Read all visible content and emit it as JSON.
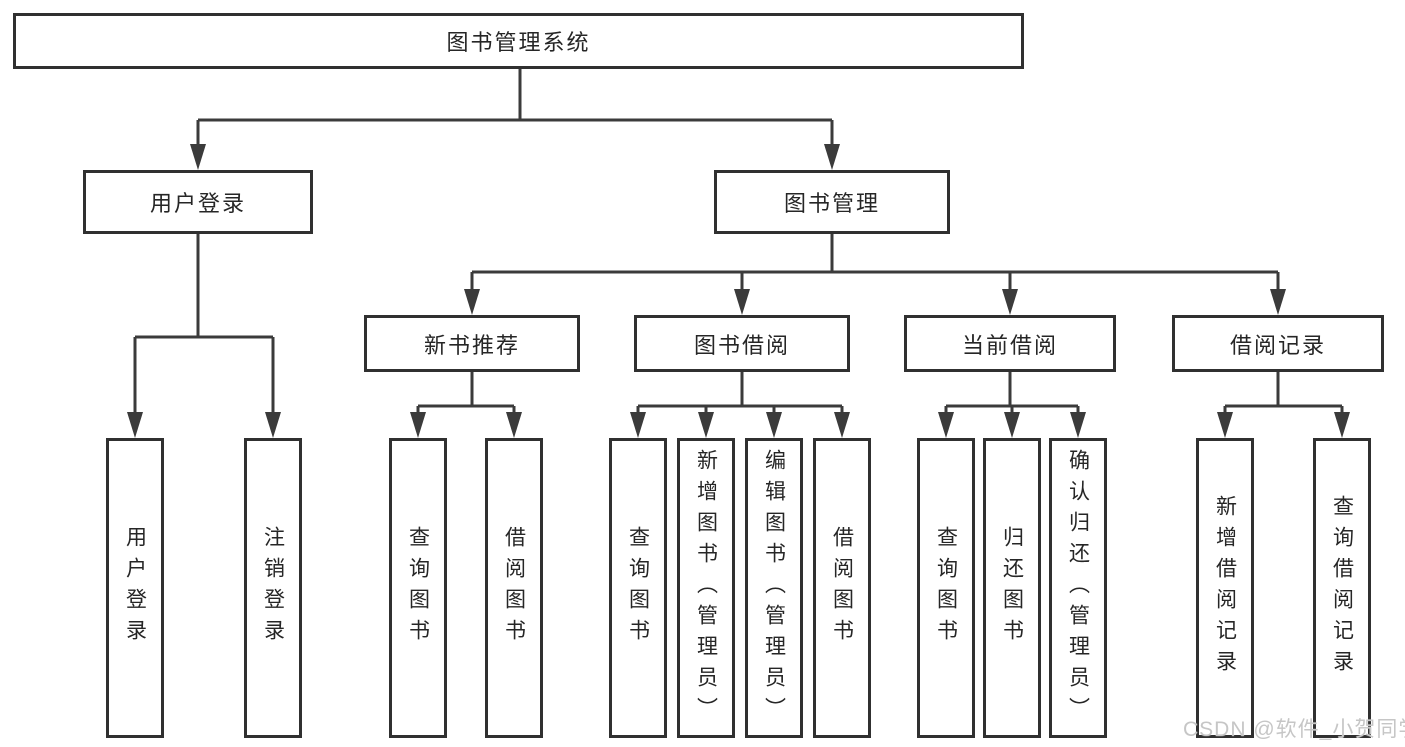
{
  "diagram_type": "hierarchy-tree",
  "colors": {
    "line": "#3b3b3b",
    "box_border": "#303030",
    "box_fill": "#ffffff",
    "text": "#262626",
    "watermark": "#c6c6c6"
  },
  "watermark": "CSDN @软件_小贺同学",
  "tree": {
    "root": {
      "label": "图书管理系统",
      "children": [
        {
          "label": "用户登录",
          "children": [
            {
              "label": "用户登录"
            },
            {
              "label": "注销登录"
            }
          ]
        },
        {
          "label": "图书管理",
          "children": [
            {
              "label": "新书推荐",
              "children": [
                {
                  "label": "查询图书"
                },
                {
                  "label": "借阅图书"
                }
              ]
            },
            {
              "label": "图书借阅",
              "children": [
                {
                  "label": "查询图书"
                },
                {
                  "label": "新增图书（管理员）"
                },
                {
                  "label": "编辑图书（管理员）"
                },
                {
                  "label": "借阅图书"
                }
              ]
            },
            {
              "label": "当前借阅",
              "children": [
                {
                  "label": "查询图书"
                },
                {
                  "label": "归还图书"
                },
                {
                  "label": "确认归还（管理员）"
                }
              ]
            },
            {
              "label": "借阅记录",
              "children": [
                {
                  "label": "新增借阅记录"
                },
                {
                  "label": "查询借阅记录"
                }
              ]
            }
          ]
        }
      ]
    }
  }
}
